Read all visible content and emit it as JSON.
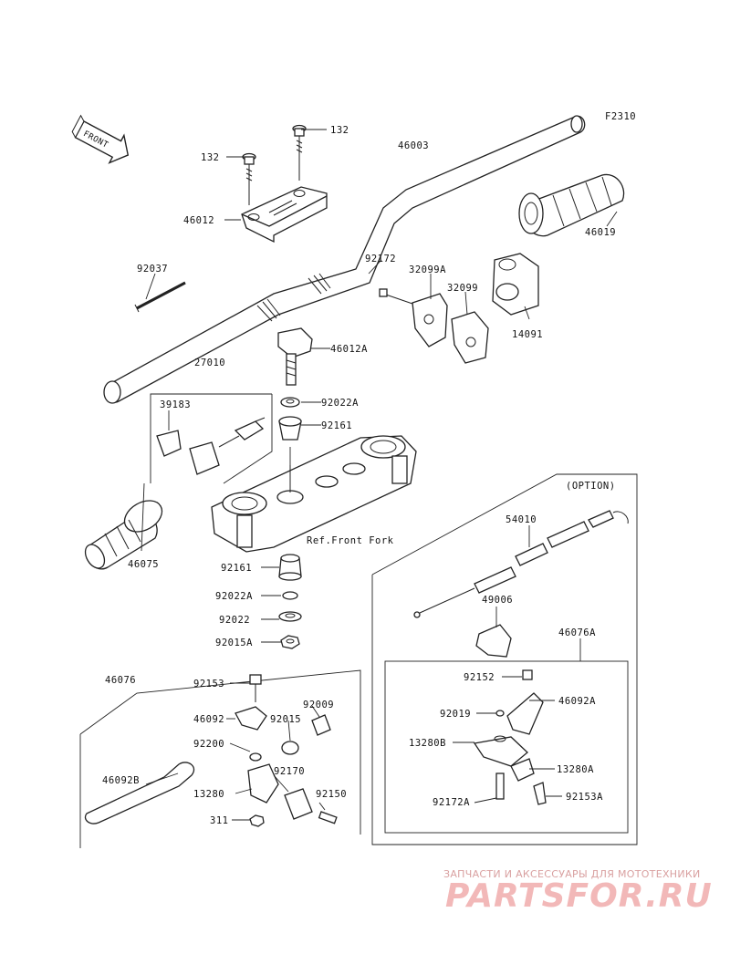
{
  "figure_code": "F2310",
  "front_arrow": "FRONT",
  "option_label": "(OPTION)",
  "ref_note": "Ref.Front Fork",
  "watermark": {
    "caption": "ЗАПЧАСТИ И АКСЕССУАРЫ ДЛЯ МОТОТЕХНИКИ",
    "logo": "PARTSFOR.RU"
  },
  "parts": {
    "p132a": "132",
    "p132b": "132",
    "p46003": "46003",
    "p46012": "46012",
    "p46019": "46019",
    "p92037": "92037",
    "p92172": "92172",
    "p32099A": "32099A",
    "p32099": "32099",
    "p14091": "14091",
    "p46012A": "46012A",
    "p27010": "27010",
    "p92022A_top": "92022A",
    "p39183": "39183",
    "p92161_top": "92161",
    "p46075": "46075",
    "p54010": "54010",
    "p92161_bot": "92161",
    "p92022A_bot": "92022A",
    "p49006": "49006",
    "p92022": "92022",
    "p92015A": "92015A",
    "p46076A": "46076A",
    "p46076": "46076",
    "p92153": "92153",
    "p92009": "92009",
    "p92152": "92152",
    "p46092A": "46092A",
    "p46092": "46092",
    "p92015": "92015",
    "p92019": "92019",
    "p92200": "92200",
    "p13280B": "13280B",
    "p13280A": "13280A",
    "p92170": "92170",
    "p46092B": "46092B",
    "p13280": "13280",
    "p92150": "92150",
    "p92172A": "92172A",
    "p92153A": "92153A",
    "p311": "311"
  }
}
